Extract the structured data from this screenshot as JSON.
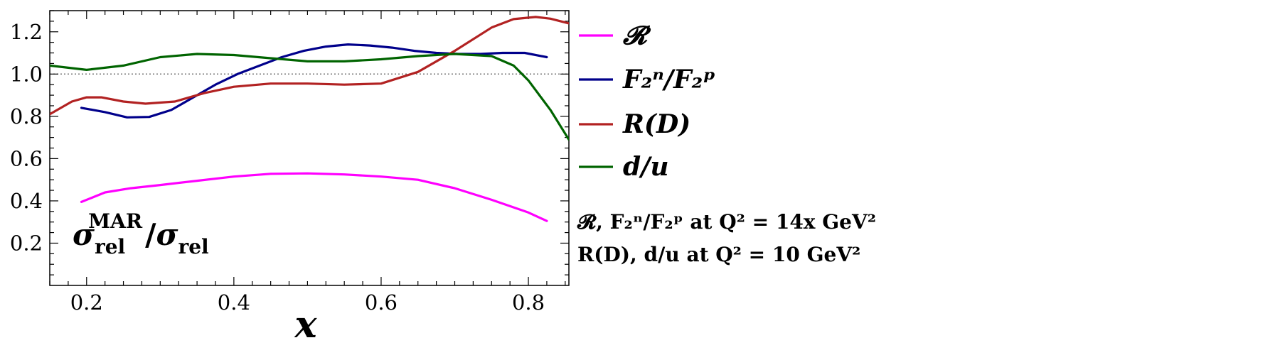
{
  "chart_data": {
    "type": "line",
    "xlabel": "x",
    "ylabel": "",
    "xlim": [
      0.15,
      0.855
    ],
    "ylim": [
      0.0,
      1.3
    ],
    "xticks": [
      "0.2",
      "0.4",
      "0.6",
      "0.8"
    ],
    "xtick_values": [
      0.2,
      0.4,
      0.6,
      0.8
    ],
    "yticks": [
      "0.2",
      "0.4",
      "0.6",
      "0.8",
      "1.0",
      "1.2"
    ],
    "ytick_values": [
      0.2,
      0.4,
      0.6,
      0.8,
      1.0,
      1.2
    ],
    "reference_line": 1.0,
    "panel_label": "σ_rel^MAR / σ_rel",
    "panel_label_parts": {
      "sigma": "σ",
      "superscript": "MAR",
      "subscript": "rel",
      "slash": "/"
    },
    "notes": [
      "𝓡, F₂ⁿ/F₂ᵖ at Q² = 14x GeV²",
      "R(D), d/u at Q² = 10 GeV²"
    ],
    "legend_placement": "right",
    "series": [
      {
        "name": "𝓡",
        "color": "#ff00ff",
        "x": [
          0.193,
          0.225,
          0.26,
          0.3,
          0.35,
          0.4,
          0.45,
          0.5,
          0.55,
          0.6,
          0.65,
          0.7,
          0.75,
          0.8,
          0.825
        ],
        "y": [
          0.395,
          0.44,
          0.46,
          0.475,
          0.495,
          0.515,
          0.528,
          0.53,
          0.525,
          0.515,
          0.5,
          0.46,
          0.405,
          0.345,
          0.305
        ]
      },
      {
        "name": "F₂ⁿ/F₂ᵖ",
        "color": "#00008b",
        "x": [
          0.193,
          0.225,
          0.255,
          0.285,
          0.315,
          0.345,
          0.375,
          0.405,
          0.435,
          0.465,
          0.495,
          0.525,
          0.555,
          0.585,
          0.615,
          0.645,
          0.675,
          0.705,
          0.735,
          0.765,
          0.795,
          0.825
        ],
        "y": [
          0.84,
          0.82,
          0.795,
          0.797,
          0.83,
          0.89,
          0.95,
          1.0,
          1.04,
          1.08,
          1.11,
          1.13,
          1.14,
          1.135,
          1.125,
          1.11,
          1.1,
          1.095,
          1.095,
          1.1,
          1.1,
          1.08
        ]
      },
      {
        "name": "R(D)",
        "color": "#b22222",
        "x": [
          0.15,
          0.18,
          0.2,
          0.22,
          0.25,
          0.28,
          0.32,
          0.36,
          0.4,
          0.45,
          0.5,
          0.55,
          0.6,
          0.65,
          0.7,
          0.75,
          0.78,
          0.81,
          0.83,
          0.855
        ],
        "y": [
          0.81,
          0.87,
          0.89,
          0.89,
          0.87,
          0.86,
          0.87,
          0.91,
          0.94,
          0.955,
          0.955,
          0.95,
          0.955,
          1.01,
          1.11,
          1.22,
          1.26,
          1.27,
          1.262,
          1.24
        ]
      },
      {
        "name": "d/u",
        "color": "#006400",
        "x": [
          0.15,
          0.2,
          0.25,
          0.3,
          0.35,
          0.4,
          0.45,
          0.5,
          0.55,
          0.6,
          0.65,
          0.7,
          0.75,
          0.78,
          0.8,
          0.83,
          0.855
        ],
        "y": [
          1.04,
          1.02,
          1.04,
          1.08,
          1.095,
          1.09,
          1.075,
          1.06,
          1.06,
          1.07,
          1.085,
          1.095,
          1.085,
          1.04,
          0.97,
          0.83,
          0.69
        ]
      }
    ]
  }
}
